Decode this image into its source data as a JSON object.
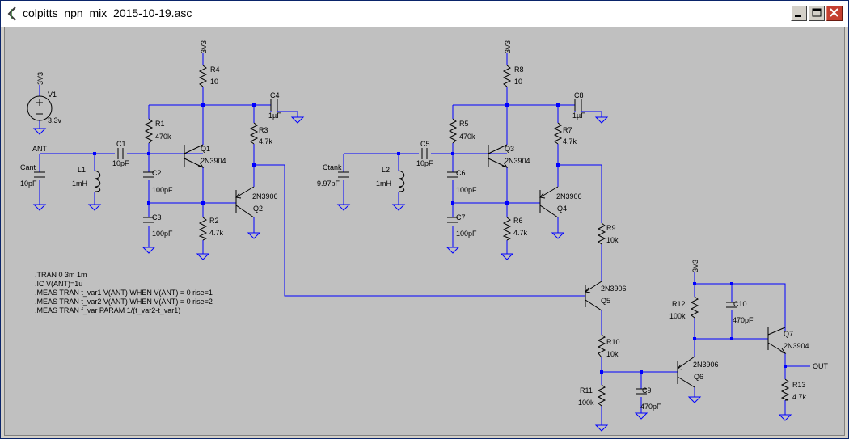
{
  "window": {
    "title": "colpitts_npn_mix_2015-10-19.asc"
  },
  "icons": {
    "app": "ltspice-icon",
    "minimize": "minimize-icon",
    "maximize": "maximize-icon",
    "close": "close-icon"
  },
  "colors": {
    "wire": "#0000ff",
    "component": "#000000",
    "canvas": "#c0c0c0",
    "close": "#c43f30"
  },
  "labels": {
    "v1_net": "3V3",
    "v1_name": "V1",
    "v1_value": "3.3v",
    "ant": "ANT",
    "cant": "Cant",
    "cant_val": "10pF",
    "l1": "L1",
    "l1_val": "1mH",
    "c1": "C1",
    "c1_val": "10pF",
    "r1": "R1",
    "r1_val": "470k",
    "c2": "C2",
    "c2_val": "100pF",
    "c3": "C3",
    "c3_val": "100pF",
    "q1": "Q1",
    "q1_model": "2N3904",
    "r2": "R2",
    "r2_val": "4.7k",
    "net_3v3_a": "3V3",
    "r4": "R4",
    "r4_val": "10",
    "c4": "C4",
    "c4_val": "1µF",
    "r3": "R3",
    "r3_val": "4.7k",
    "q2_model": "2N3906",
    "q2": "Q2",
    "ctank": "Ctank",
    "ctank_val": "9.97pF",
    "l2": "L2",
    "l2_val": "1mH",
    "c5": "C5",
    "c5_val": "10pF",
    "r5": "R5",
    "r5_val": "470k",
    "c6": "C6",
    "c6_val": "100pF",
    "c7": "C7",
    "c7_val": "100pF",
    "q3": "Q3",
    "q3_model": "2N3904",
    "r6": "R6",
    "r6_val": "4.7k",
    "net_3v3_b": "3V3",
    "r8": "R8",
    "r8_val": "10",
    "c8": "C8",
    "c8_val": "1µF",
    "r7": "R7",
    "r7_val": "4.7k",
    "q4_model": "2N3906",
    "q4": "Q4",
    "r9": "R9",
    "r9_val": "10k",
    "q5_model": "2N3906",
    "q5": "Q5",
    "r10": "R10",
    "r10_val": "10k",
    "r11": "R11",
    "r11_val": "100k",
    "c9": "C9",
    "c9_val": "470pF",
    "q6_model": "2N3906",
    "q6": "Q6",
    "net_3v3_c": "3V3",
    "r12": "R12",
    "r12_val": "100k",
    "c10": "C10",
    "c10_val": "470pF",
    "q7": "Q7",
    "q7_model": "2N3904",
    "out": "OUT",
    "r13": "R13",
    "r13_val": "4.7k"
  },
  "directives": [
    ".TRAN 0 3m 1m",
    ".IC V(ANT)=1u",
    ".MEAS TRAN t_var1 V(ANT) WHEN V(ANT) = 0 rise=1",
    ".MEAS TRAN t_var2 V(ANT) WHEN V(ANT) = 0 rise=2",
    ".MEAS TRAN f_var PARAM 1/(t_var2-t_var1)"
  ]
}
